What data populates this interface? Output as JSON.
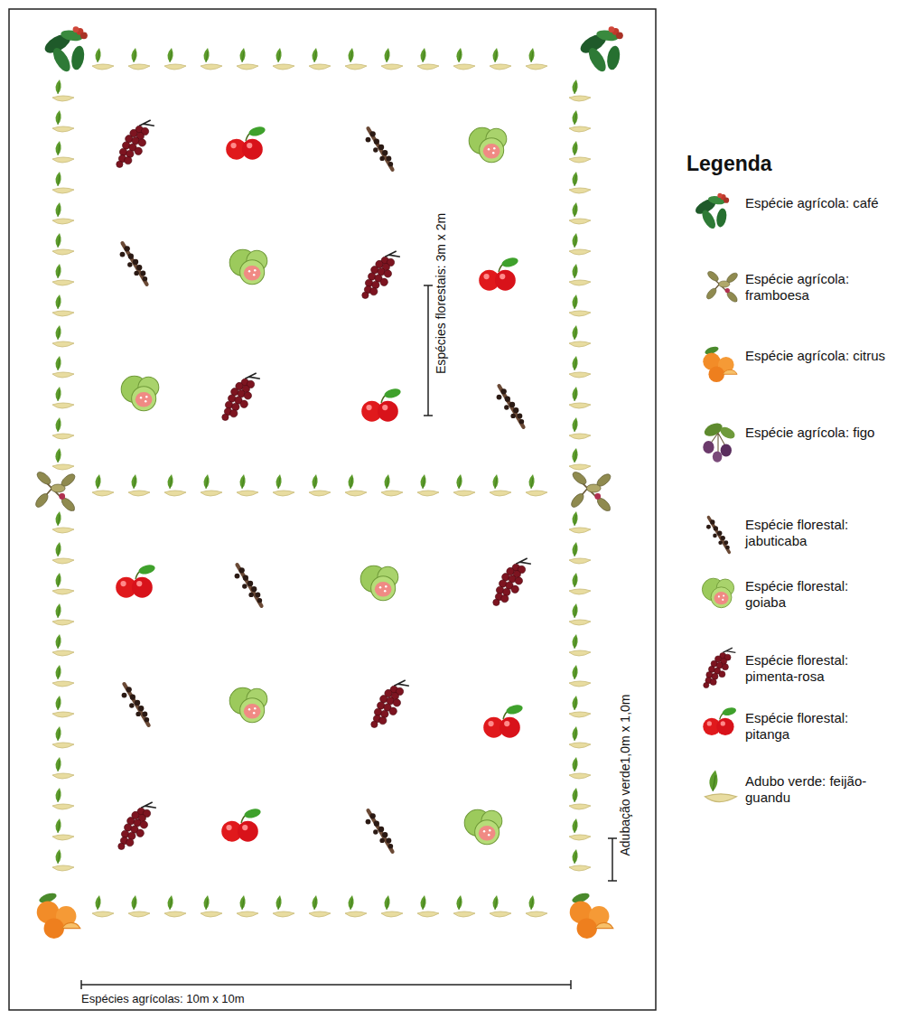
{
  "diagram": {
    "labels": [
      "Legenda",
      "Espécies florestais: 3m x 2m",
      "Adubação verde1,0m x 1,0m",
      "Espécies agrícolas: 10m x 10m"
    ],
    "legend": [
      {
        "text": "Espécie agrícola: café"
      },
      {
        "text": "Espécie agrícola: framboesa"
      },
      {
        "text": "Espécie agrícola: citrus"
      },
      {
        "text": "Espécie agrícola: figo"
      },
      {
        "text": "Espécie florestal: jabuticaba"
      },
      {
        "text": "Espécie florestal: goiaba"
      },
      {
        "text": "Espécie florestal: pimenta-rosa"
      },
      {
        "text": "Espécie florestal: pitanga"
      },
      {
        "text": "Adubo verde: feijão-guandu"
      }
    ]
  }
}
